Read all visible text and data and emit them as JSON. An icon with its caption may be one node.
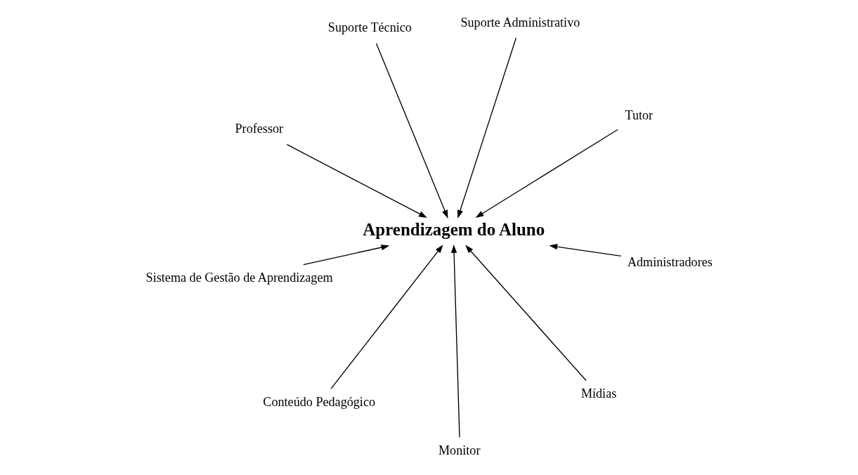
{
  "diagram": {
    "nodes": [
      {
        "text": [
          "Professor"
        ]
      },
      {
        "text": [
          "Tutor"
        ]
      },
      {
        "text": [
          "Monitor"
        ]
      },
      {
        "text": [
          "Suporte Técnico"
        ]
      },
      {
        "text": [
          "Suporte Administrativo"
        ]
      },
      {
        "text": [
          "Aprendizagem do Aluno"
        ]
      },
      {
        "text": [
          "Sistema de Gestão de Aprendizagem"
        ]
      },
      {
        "text": [
          "Administradores"
        ]
      },
      {
        "text": [
          "Conteúdo Pedagógico"
        ]
      },
      {
        "text": [
          "Mídias"
        ]
      }
    ],
    "edges": [
      {
        "from": 0,
        "to": 5,
        "arrow": "to"
      },
      {
        "from": 1,
        "to": 5,
        "arrow": "to"
      },
      {
        "from": 2,
        "to": 5,
        "arrow": "to"
      },
      {
        "from": 3,
        "to": 5,
        "arrow": "to"
      },
      {
        "from": 4,
        "to": 5,
        "arrow": "to"
      },
      {
        "from": 6,
        "to": 5,
        "arrow": "to"
      },
      {
        "from": 7,
        "to": 5,
        "arrow": "to"
      },
      {
        "from": 8,
        "to": 5,
        "arrow": "to"
      },
      {
        "from": 9,
        "to": 5,
        "arrow": "to"
      }
    ]
  }
}
